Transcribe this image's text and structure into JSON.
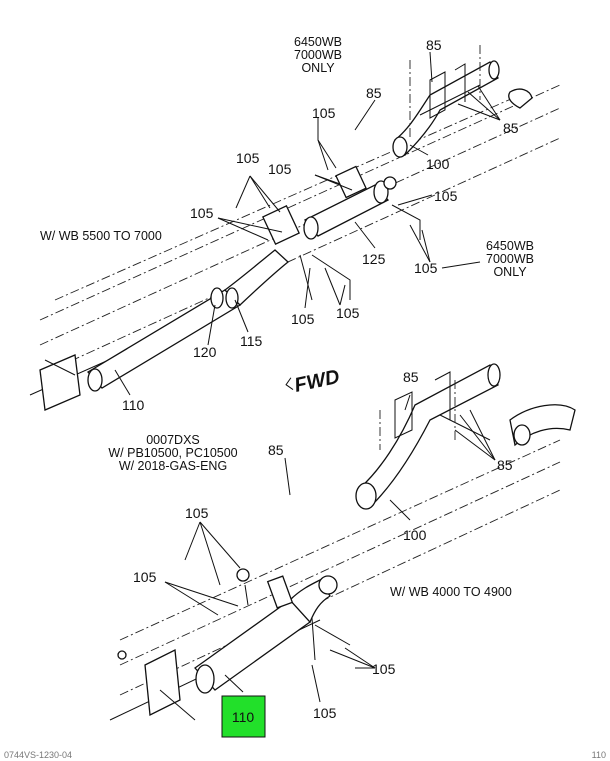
{
  "notes": {
    "top_only": [
      "6450WB",
      "7000WB",
      "ONLY"
    ],
    "right_only": [
      "6450WB",
      "7000WB",
      "ONLY"
    ],
    "wb_upper": "W/ WB 5500 TO 7000",
    "wb_lower": "W/ WB 4000 TO 4900",
    "model": [
      "0007DXS",
      "W/ PB10500, PC10500",
      "W/ 2018-GAS-ENG"
    ],
    "fwd": "FWD"
  },
  "callouts": {
    "c85": "85",
    "c100": "100",
    "c105": "105",
    "c110": "110",
    "c115": "115",
    "c120": "120",
    "c125": "125"
  },
  "highlight": {
    "label": "110",
    "color": "#22e02a"
  },
  "footer": {
    "left": "0744VS-1230-04",
    "right": "110"
  }
}
